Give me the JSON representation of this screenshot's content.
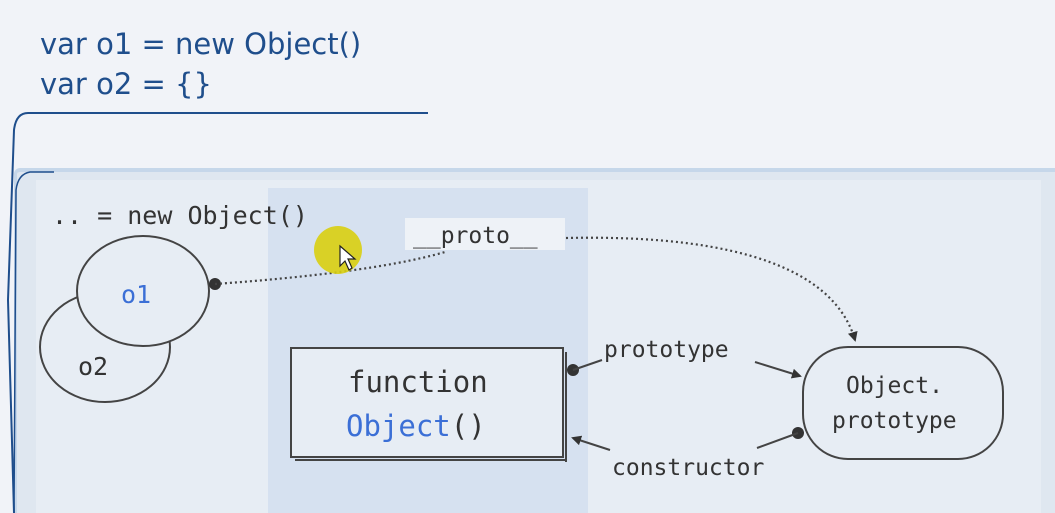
{
  "code": {
    "line1": "var o1 = new Object()",
    "line2": "var o2 = {}"
  },
  "diagram": {
    "caption": ".. = new Object()",
    "instance_front": "o1",
    "instance_back": "o2",
    "proto_label": "__proto__",
    "function_keyword": "function",
    "function_name": "Object",
    "function_parens": "()",
    "prototype_object_line1": "Object.",
    "prototype_object_line2": "prototype",
    "prototype_label": "prototype",
    "constructor_label": "constructor"
  },
  "colors": {
    "code_text": "#1f4e8c",
    "highlight_blue": "#3b6fd6",
    "diagram_text": "#333333",
    "cursor_highlight": "#d9cf10"
  },
  "icons": {
    "cursor": "mouse-pointer-icon"
  }
}
